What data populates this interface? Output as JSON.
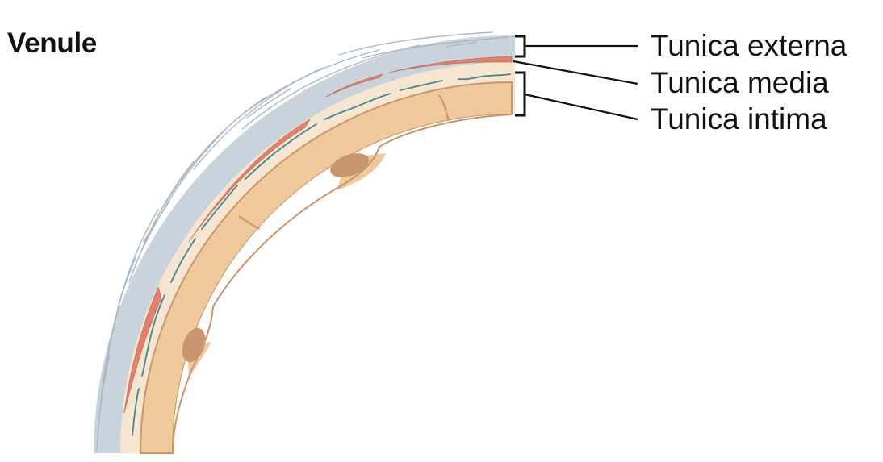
{
  "title": "Venule",
  "labels": {
    "externa": "Tunica externa",
    "media": "Tunica media",
    "intima": "Tunica intima"
  },
  "colors": {
    "tunica_externa": "#c9d3dc",
    "externa_fibers": "#aab8c6",
    "smooth_muscle": "#e2826d",
    "tunica_media": "#f6e6cf",
    "elastic_fiber": "#3f8896",
    "endothelium": "#f0c99b",
    "endothelium_outline": "#c9956a",
    "nucleus": "#c99470",
    "leader_lines": "#111111"
  }
}
